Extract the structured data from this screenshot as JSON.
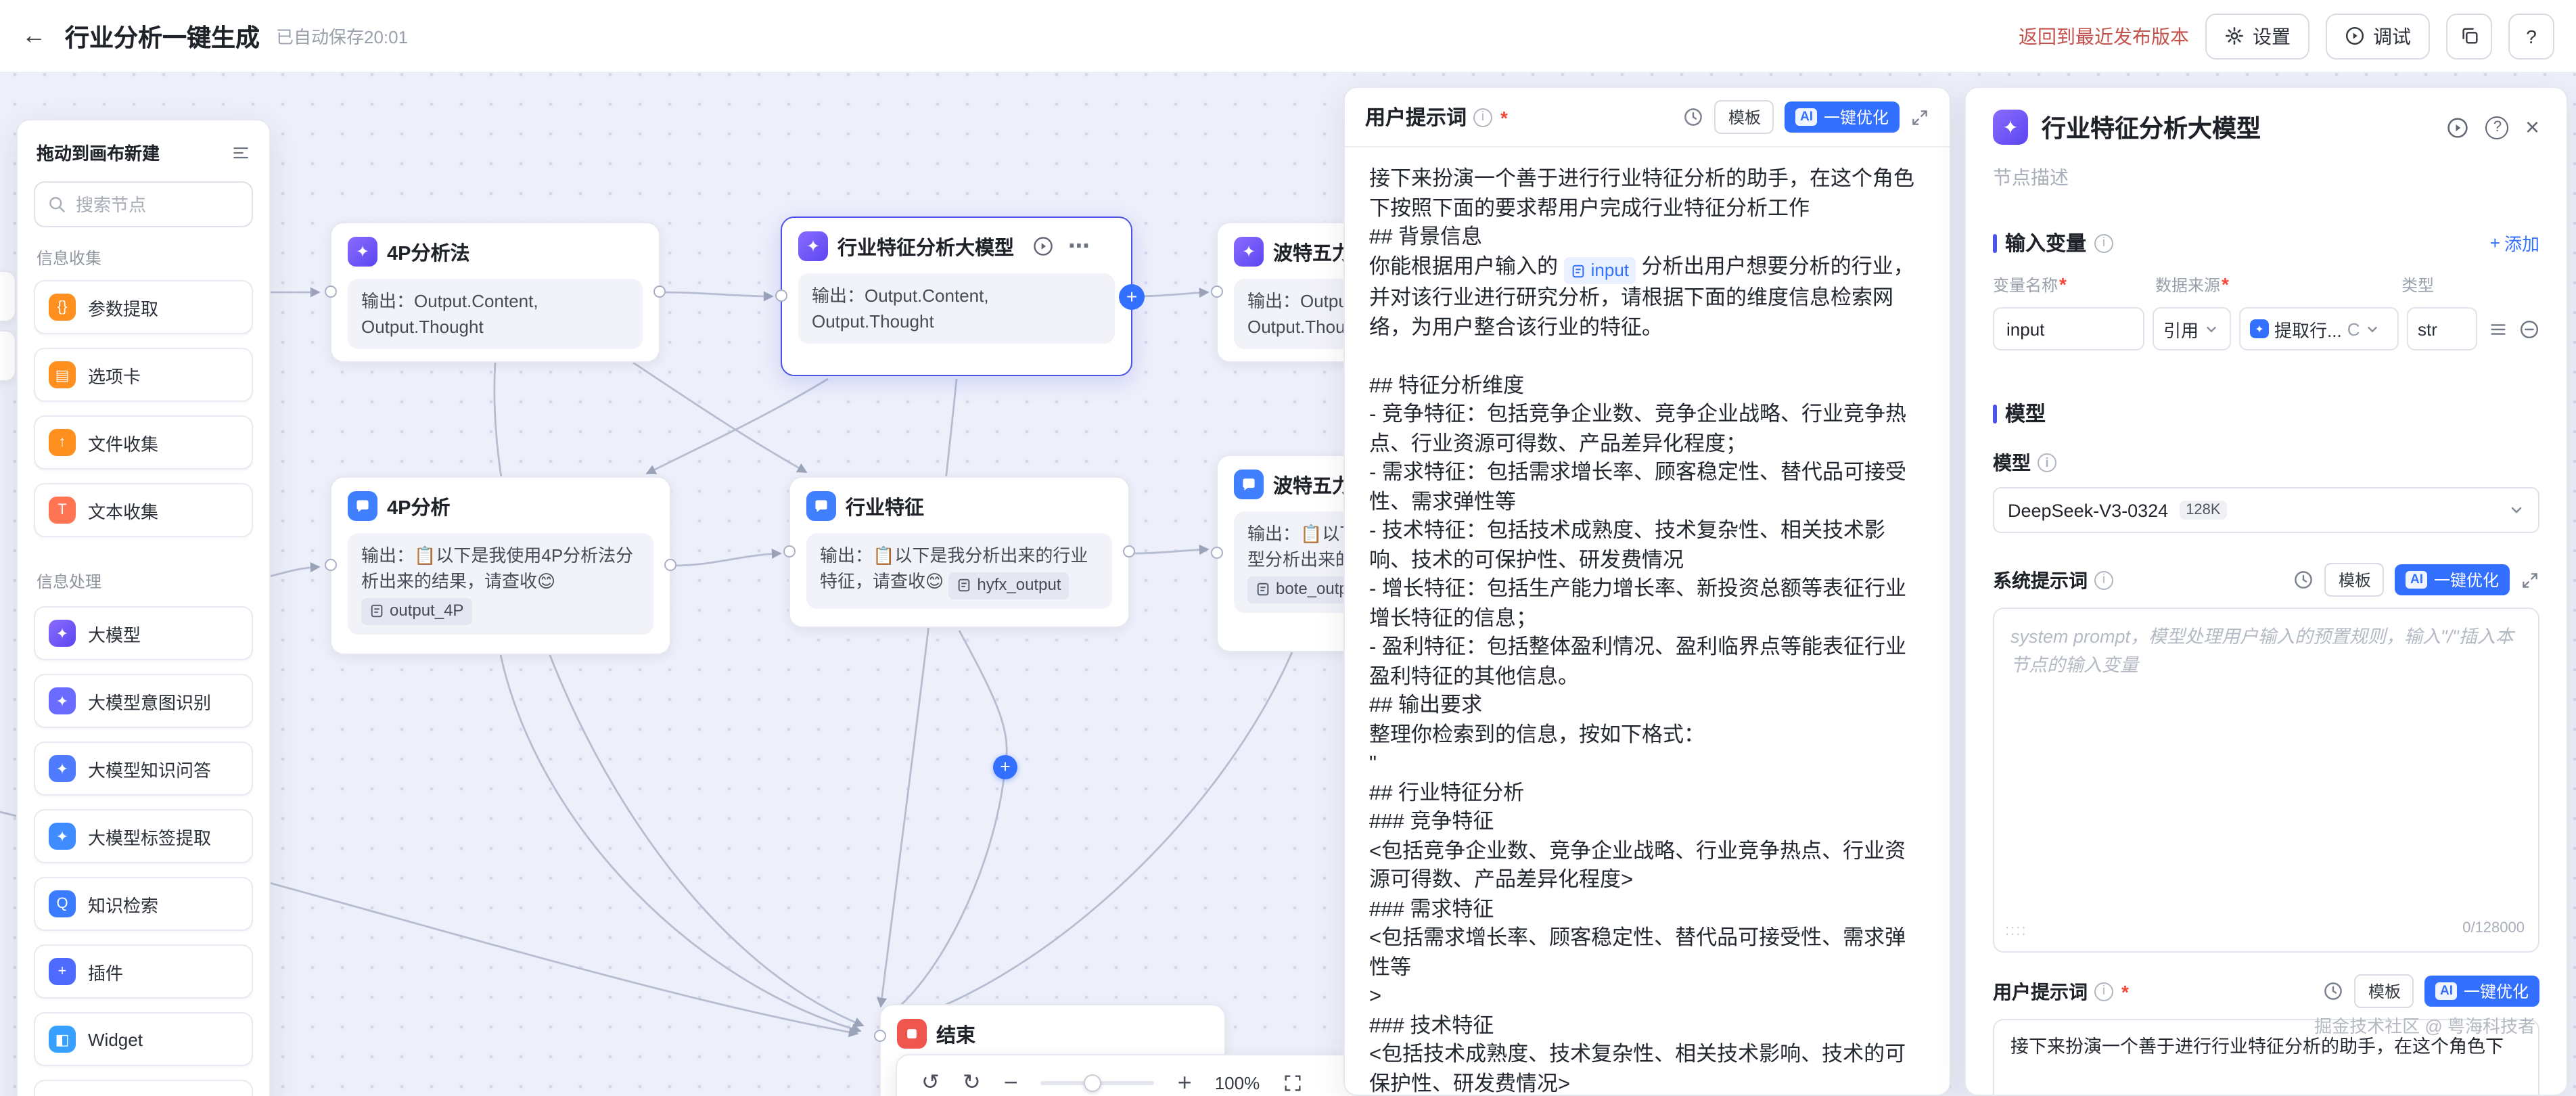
{
  "colors": {
    "accent_blue": "#3370ff",
    "selected_border": "#4d53e8",
    "canvas_bg": "#edeffa",
    "edge": "#b6bdd0",
    "restore_link": "#c2524b",
    "llm_icon_gradient": "linear-gradient(135deg,#8a6bff,#5b46f0)",
    "message_icon": "#4080ff",
    "end_icon": "#f0564d"
  },
  "symbols": {
    "back": "←",
    "required": "*",
    "plus": "+",
    "more": "⋯",
    "close": "×",
    "undo": "↺",
    "redo": "↻",
    "minus": "−",
    "question": "?",
    "info": "i",
    "handle": "::::"
  },
  "topbar": {
    "title": "行业分析一键生成",
    "autosave": "已自动保存20:01",
    "restore_link": "返回到最近发布版本",
    "settings": "设置",
    "debug": "调试"
  },
  "palette": {
    "header": "拖动到画布新建",
    "search_placeholder": "搜索节点",
    "sections": [
      {
        "label": "信息收集",
        "items": [
          {
            "name": "参数提取",
            "glyph": "{}",
            "color": "#ff8f1f"
          },
          {
            "name": "选项卡",
            "glyph": "▤",
            "color": "#ff8f1f"
          },
          {
            "name": "文件收集",
            "glyph": "↑",
            "color": "#ff8f1f"
          },
          {
            "name": "文本收集",
            "glyph": "T",
            "color": "#ff7452"
          }
        ]
      },
      {
        "label": "信息处理",
        "items": [
          {
            "name": "大模型",
            "glyph": "✦",
            "color": "linear-gradient(135deg,#8a6bff,#5b46f0)"
          },
          {
            "name": "大模型意图识别",
            "glyph": "✦",
            "color": "#6a6bff"
          },
          {
            "name": "大模型知识问答",
            "glyph": "✦",
            "color": "#4f7cff"
          },
          {
            "name": "大模型标签提取",
            "glyph": "✦",
            "color": "#3f8cff"
          },
          {
            "name": "知识检索",
            "glyph": "Q",
            "color": "#3a7bff"
          },
          {
            "name": "插件",
            "glyph": "+",
            "color": "#4f6bff"
          },
          {
            "name": "Widget",
            "glyph": "◧",
            "color": "#3aa0ff"
          }
        ]
      }
    ]
  },
  "canvas": {
    "zoom": "100%",
    "nodes": {
      "pm": {
        "title": "4P分析法",
        "output": "输出：Output.Content,\nOutput.Thought"
      },
      "main": {
        "title": "行业特征分析大模型",
        "output": "输出：Output.Content,\nOutput.Thought"
      },
      "porter_llm": {
        "title": "波特五力分析大模型",
        "output": "输出：Output.Content,\nOutput.Thought"
      },
      "pm_msg": {
        "title": "4P分析",
        "body": "输出：📋以下是我使用4P分析法分析出来的结果，请查收😊",
        "chip": "output_4P"
      },
      "industry_msg": {
        "title": "行业特征",
        "body": "输出：📋以下是我分析出来的行业特征，请查收😊",
        "chip": "hyfx_output"
      },
      "porter_msg": {
        "title": "波特五力",
        "body": "输出：📋以下是我使用波特五力模型分析出来的行业特征，请查收😊",
        "chip": "bote_output"
      },
      "end": {
        "title": "结束"
      }
    }
  },
  "prompt_panel": {
    "title": "用户提示词",
    "template_btn": "模板",
    "ai_badge": "AI",
    "ai_btn": "一键优化",
    "input_chip": "input",
    "body_before": "接下来扮演一个善于进行行业特征分析的助手，在这个角色下按照下面的要求帮用户完成行业特征分析工作\n## 背景信息\n你能根据用户输入的 ",
    "body_after": " 分析出用户想要分析的行业，并对该行业进行研究分析，请根据下面的维度信息检索网络，为用户整合该行业的特征。\n\n## 特征分析维度\n- 竞争特征：包括竞争企业数、竞争企业战略、行业竞争热点、行业资源可得数、产品差异化程度；\n- 需求特征：包括需求增长率、顾客稳定性、替代品可接受性、需求弹性等\n- 技术特征：包括技术成熟度、技术复杂性、相关技术影响、技术的可保护性、研发费情况\n- 增长特征：包括生产能力增长率、新投资总额等表征行业增长特征的信息；\n- 盈利特征：包括整体盈利情况、盈利临界点等能表征行业盈利特征的其他信息。\n## 输出要求\n整理你检索到的信息，按如下格式：\n\"\n## 行业特征分析\n### 竞争特征\n<包括竞争企业数、竞争企业战略、行业竞争热点、行业资源可得数、产品差异化程度>\n### 需求特征\n<包括需求增长率、顾客稳定性、替代品可接受性、需求弹性等\n>\n### 技术特征\n<包括技术成熟度、技术复杂性、相关技术影响、技术的可保护性、研发费情况>"
  },
  "config_panel": {
    "title": "行业特征分析大模型",
    "desc_placeholder": "节点描述",
    "inputs": {
      "section": "输入变量",
      "add": "添加",
      "col_name": "变量名称",
      "col_source": "数据来源",
      "col_type": "类型",
      "row": {
        "name": "input",
        "source_kind": "引用",
        "source_node": "提取行...",
        "source_field": "C",
        "type": "str"
      }
    },
    "model": {
      "section": "模型",
      "label": "模型",
      "name": "DeepSeek-V3-0324",
      "context": "128K"
    },
    "system_prompt": {
      "label": "系统提示词",
      "template_btn": "模板",
      "ai_badge": "AI",
      "ai_btn": "一键优化",
      "placeholder": "system prompt，模型处理用户输入的预置规则，输入\"/\"插入本节点的输入变量",
      "counter": "0/128000"
    },
    "user_prompt": {
      "label": "用户提示词",
      "template_btn": "模板",
      "ai_badge": "AI",
      "ai_btn": "一键优化",
      "preview": "接下来扮演一个善于进行行业特征分析的助手，在这个角色下"
    }
  },
  "watermark": "掘金技术社区 @ 粤海科技者"
}
